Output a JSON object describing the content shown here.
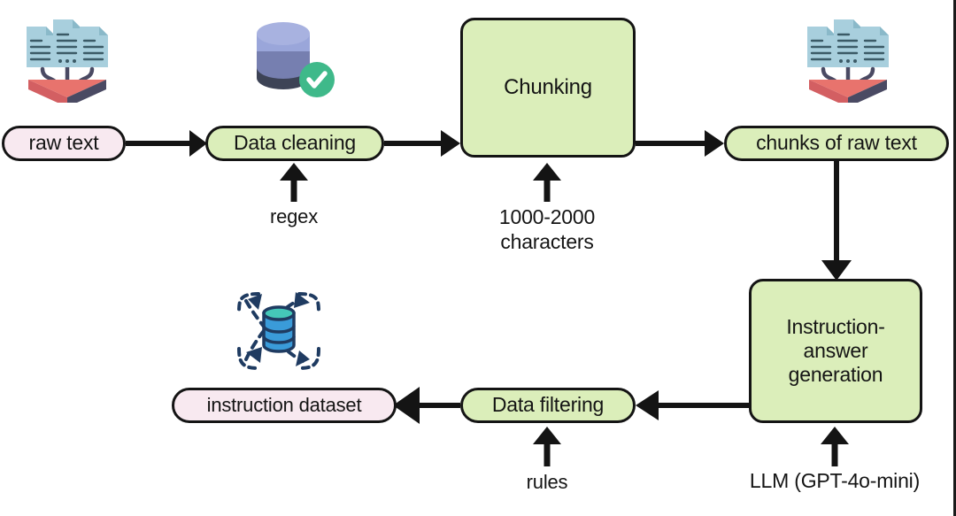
{
  "diagram": {
    "title": "Instruction dataset generation pipeline",
    "colors": {
      "process_fill": "#dbeeba",
      "data_fill": "#f8e9f0",
      "stroke": "#141414",
      "doc_blue": "#a8cfdd",
      "platform_red": "#e8736d",
      "platform_navy": "#4a4a63",
      "db_purple_light": "#9aa6da",
      "db_purple_mid": "#767fb0",
      "db_navy": "#3d4356",
      "check_green": "#3fb98a",
      "orbit_navy": "#1f3b61",
      "orbit_db_teal": "#45c7b8",
      "orbit_db_blue": "#3a9bd9"
    },
    "nodes": [
      {
        "id": "raw-text",
        "label": "raw text",
        "kind": "data",
        "shape": "pill"
      },
      {
        "id": "data-cleaning",
        "label": "Data cleaning",
        "kind": "process",
        "shape": "pill"
      },
      {
        "id": "chunking",
        "label": "Chunking",
        "kind": "process",
        "shape": "box"
      },
      {
        "id": "chunks-raw-text",
        "label": "chunks of raw text",
        "kind": "process",
        "shape": "pill"
      },
      {
        "id": "instruction-answer-generation",
        "label": "Instruction-\nanswer\ngeneration",
        "kind": "process",
        "shape": "box"
      },
      {
        "id": "data-filtering",
        "label": "Data filtering",
        "kind": "process",
        "shape": "pill"
      },
      {
        "id": "instruction-dataset",
        "label": "instruction dataset",
        "kind": "data",
        "shape": "pill"
      }
    ],
    "captions": [
      {
        "id": "regex",
        "text": "regex"
      },
      {
        "id": "chunk-size",
        "text": "1000-2000\ncharacters"
      },
      {
        "id": "rules",
        "text": "rules"
      },
      {
        "id": "llm",
        "text": "LLM (GPT-4o-mini)"
      }
    ],
    "icons": [
      {
        "id": "documents-ingest-left",
        "name": "documents-to-platform-icon"
      },
      {
        "id": "database-check",
        "name": "database-verified-icon"
      },
      {
        "id": "documents-ingest-right",
        "name": "documents-to-platform-icon"
      },
      {
        "id": "dataset-orbit",
        "name": "database-orbit-icon"
      }
    ],
    "edges": [
      {
        "from": "raw-text",
        "to": "data-cleaning",
        "direction": "right"
      },
      {
        "from": "data-cleaning",
        "to": "chunking",
        "direction": "right"
      },
      {
        "from": "chunking",
        "to": "chunks-raw-text",
        "direction": "right"
      },
      {
        "from": "chunks-raw-text",
        "to": "instruction-answer-generation",
        "direction": "down"
      },
      {
        "from": "instruction-answer-generation",
        "to": "data-filtering",
        "direction": "left"
      },
      {
        "from": "data-filtering",
        "to": "instruction-dataset",
        "direction": "left"
      },
      {
        "from": "regex",
        "to": "data-cleaning",
        "direction": "up"
      },
      {
        "from": "chunk-size",
        "to": "chunking",
        "direction": "up"
      },
      {
        "from": "rules",
        "to": "data-filtering",
        "direction": "up"
      },
      {
        "from": "llm",
        "to": "instruction-answer-generation",
        "direction": "up"
      }
    ]
  }
}
